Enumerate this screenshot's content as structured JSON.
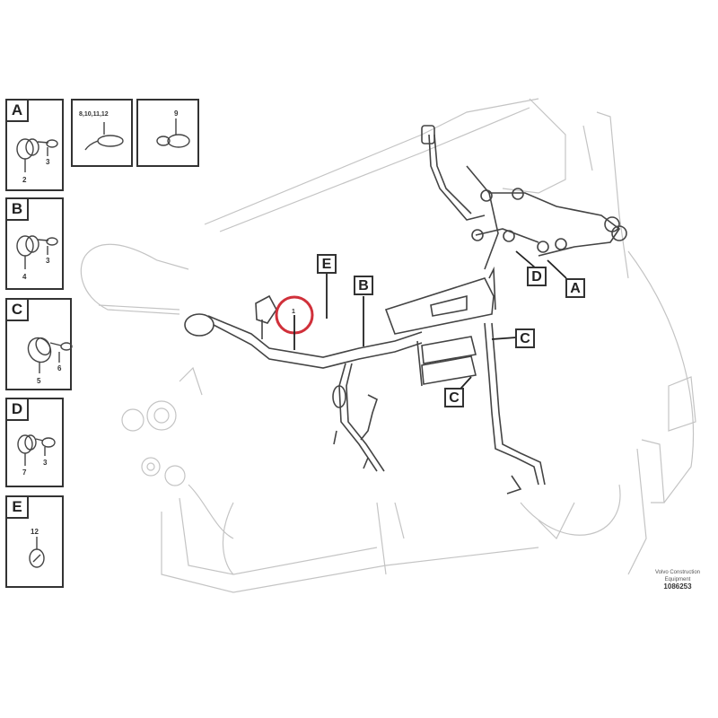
{
  "diagram": {
    "type": "exploded parts diagram - engine wiring harness",
    "colors": {
      "line": "#333333",
      "faint_line": "#bbbbbb",
      "highlight_circle": "#d0303a",
      "background": "#ffffff"
    }
  },
  "detail_panels": [
    {
      "id": "A",
      "letter": "A",
      "parts": [
        "2",
        "3"
      ]
    },
    {
      "id": "B",
      "letter": "B",
      "parts": [
        "4",
        "3"
      ]
    },
    {
      "id": "C",
      "letter": "C",
      "parts": [
        "5",
        "6"
      ]
    },
    {
      "id": "D",
      "letter": "D",
      "parts": [
        "7",
        "3"
      ]
    },
    {
      "id": "E",
      "letter": "E",
      "parts": [
        "12"
      ]
    }
  ],
  "loose_parts_panels": [
    {
      "id": "cable-tie",
      "parts_label": "8,10,11,12"
    },
    {
      "id": "clip",
      "parts_label": "9"
    }
  ],
  "callouts": [
    {
      "letter": "E"
    },
    {
      "letter": "B"
    },
    {
      "letter": "D"
    },
    {
      "letter": "A"
    },
    {
      "letter": "C"
    },
    {
      "letter": "C"
    }
  ],
  "highlighted_item": {
    "number": "1",
    "description": "Wiring harness (circled in red)"
  },
  "reference": {
    "line1": "Volvo Construction",
    "line2": "Equipment",
    "code": "1086253"
  }
}
